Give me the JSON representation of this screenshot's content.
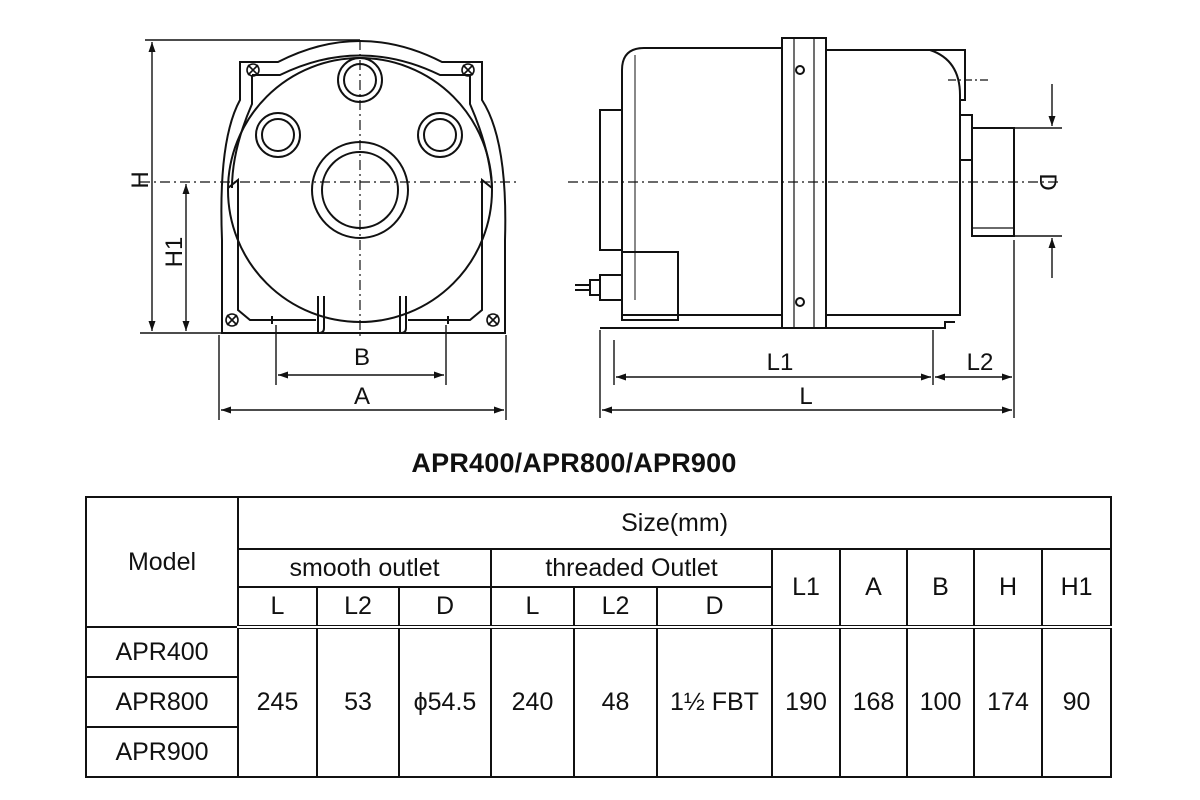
{
  "drawing": {
    "labels": {
      "H": "H",
      "H1": "H1",
      "A": "A",
      "B": "B",
      "D": "D",
      "L": "L",
      "L1": "L1",
      "L2": "L2"
    }
  },
  "title": "APR400/APR800/APR900",
  "table": {
    "model_header": "Model",
    "size_header": "Size(mm)",
    "smooth_header": "smooth outlet",
    "threaded_header": "threaded Outlet",
    "sub_smooth": {
      "L": "L",
      "L2": "L2",
      "D": "D"
    },
    "sub_threaded": {
      "L": "L",
      "L2": "L2",
      "D": "D"
    },
    "common_headers": {
      "L1": "L1",
      "A": "A",
      "B": "B",
      "H": "H",
      "H1": "H1"
    },
    "models": [
      "APR400",
      "APR800",
      "APR900"
    ],
    "values": {
      "smooth_L": "245",
      "smooth_L2": "53",
      "smooth_D": "ϕ54.5",
      "threaded_L": "240",
      "threaded_L2": "48",
      "threaded_D": "1½ FBT",
      "L1": "190",
      "A": "168",
      "B": "100",
      "H": "174",
      "H1": "90"
    }
  }
}
